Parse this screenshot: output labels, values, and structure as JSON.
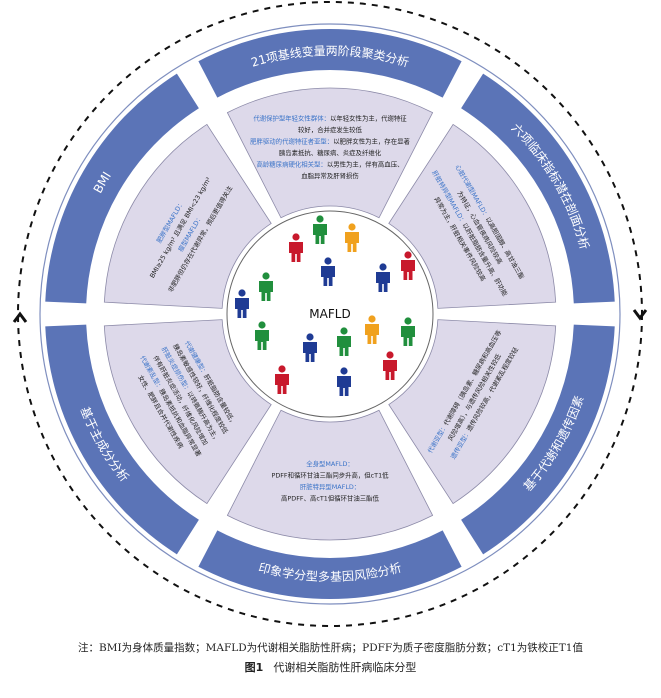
{
  "center": {
    "label": "MAFLD"
  },
  "colors": {
    "ring_band": "#5b74b7",
    "inner_panel": "#ddd9ea",
    "highlight_text": "#3a73c8",
    "body_text": "#222222",
    "person_colors": [
      "#c8192c",
      "#218f3d",
      "#f0a11e",
      "#1f3b94"
    ]
  },
  "icons": {
    "ring_arrows": "chevron-icon",
    "people": "person-icon"
  },
  "outer_bands": [
    {
      "label": "21项基线变量两阶段聚类分析"
    },
    {
      "label": "六项临床指标潜在剖面分析"
    },
    {
      "label": "基于代谢和遗传因素"
    },
    {
      "label": "印象学分型多基因风险分析"
    },
    {
      "label": "基于主成分分析"
    },
    {
      "label": "BMI"
    }
  ],
  "panels": {
    "top": {
      "lines": [
        {
          "highlight": "代谢保护型年轻女性群体：",
          "text": "以年轻女性为主，代谢特征"
        },
        {
          "highlight": "",
          "text": "较好，合并症发生较低"
        },
        {
          "highlight": "肥胖驱动的代谢特征者亚型：",
          "text": "以肥胖女性为主，存在显著"
        },
        {
          "highlight": "",
          "text": "胰岛素抵抗、糖尿病、炎症及纤维化"
        },
        {
          "highlight": "高龄糖尿病硬化相关型：",
          "text": "以男性为主，伴有高血压、"
        },
        {
          "highlight": "",
          "text": "血脂异常及肝肾损伤"
        }
      ]
    },
    "right_upper": {
      "lines": [
        {
          "highlight": "心脏代谢型MAFLD：",
          "text": "以高胆固醇、高甘油三酯"
        },
        {
          "highlight": "",
          "text": "为特征，心血管疾病风险较高"
        },
        {
          "highlight": "肝脏特异型MAFLD：",
          "text": "以肝脏脂肪含量升高、肝功能"
        },
        {
          "highlight": "",
          "text": "异常为主，肝脏相关事件风险较高"
        }
      ]
    },
    "right_lower": {
      "lines": [
        {
          "highlight": "代谢亚型：",
          "text": "代谢障碍（胰岛素、糖尿病和高血压等"
        },
        {
          "highlight": "",
          "text": "风险增高），与遗传风险相关性较低"
        },
        {
          "highlight": "遗传亚型：",
          "text": "遗传风险较高，代谢紊乱程度较轻"
        }
      ]
    },
    "bottom": {
      "lines": [
        {
          "highlight": "全身型MAFLD：",
          "text": ""
        },
        {
          "highlight": "",
          "text": "PDFF和循环甘油三酯同步升高，但cT1低"
        },
        {
          "highlight": "肝脏特异型MAFLD：",
          "text": ""
        },
        {
          "highlight": "",
          "text": "高PDFF、高cT1但循环甘油三酯低"
        }
      ]
    },
    "left_lower": {
      "lines": [
        {
          "highlight": "代谢健康型：",
          "text": "肝脏脂肪含量较低，"
        },
        {
          "highlight": "",
          "text": "胰岛素敏感性较好，纤维化程度较低"
        },
        {
          "highlight": "肝脏炎症损伤型：",
          "text": "以转氨酶升高为主，"
        },
        {
          "highlight": "",
          "text": "伴有肝脏炎症活动，纤维化风险增加"
        },
        {
          "highlight": "代谢紊乱型：",
          "text": "胰岛素抵抗和血脂异常显著"
        },
        {
          "highlight": "",
          "text": "女性、肥胖且合并代谢性疾病"
        }
      ]
    },
    "left_upper": {
      "lines": [
        {
          "highlight": "肥胖型MAFLD：",
          "text": ""
        },
        {
          "highlight": "",
          "text": "BMI≥25 kg/m² 且满足 BMI<23 kg/m²"
        },
        {
          "highlight": "瘦型MAFLD：",
          "text": ""
        },
        {
          "highlight": "",
          "text": "非肥胖但仍存在代谢异常，预后更值得关注"
        }
      ]
    }
  },
  "footnote": "注：BMI为身体质量指数；MAFLD为代谢相关脂肪性肝病；PDFF为质子密度脂肪分数；cT1为铁校正T1值",
  "caption": {
    "number": "图1",
    "title": "代谢相关脂肪性肝病临床分型"
  }
}
